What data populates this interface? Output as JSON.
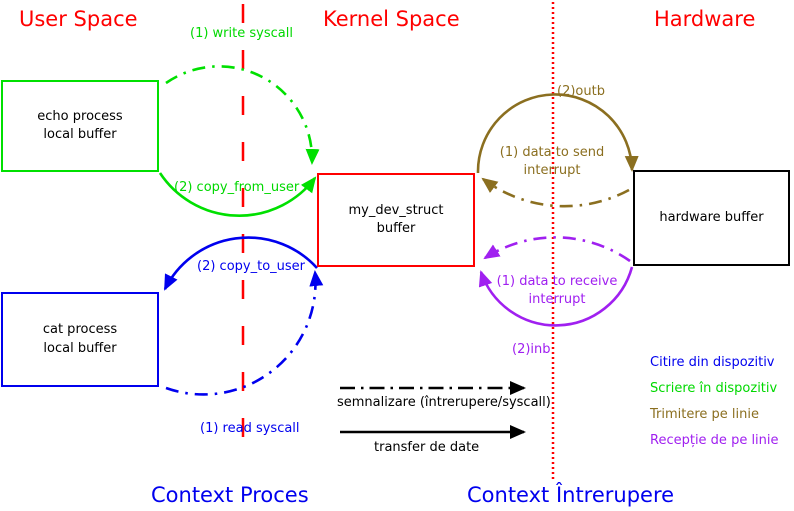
{
  "headers": {
    "user_space": "User Space",
    "kernel_space": "Kernel Space",
    "hardware": "Hardware"
  },
  "footers": {
    "context_proces": "Context Proces",
    "context_intrerupere": "Context Întrerupere"
  },
  "nodes": {
    "echo_process": {
      "line1": "echo process",
      "line2": "local buffer"
    },
    "cat_process": {
      "line1": "cat process",
      "line2": "local buffer"
    },
    "my_dev_struct": {
      "line1": "my_dev_struct",
      "line2": "buffer"
    },
    "hardware_buffer": {
      "label": "hardware buffer"
    }
  },
  "edge_labels": {
    "write_syscall": "(1) write syscall",
    "copy_from_user": "(2) copy_from_user",
    "copy_to_user": "(2) copy_to_user",
    "read_syscall": "(1) read syscall",
    "outb": "(2)outb",
    "data_to_send_line1": "(1) data to send",
    "data_to_send_line2": "interrupt",
    "data_to_receive_line1": "(1) data to receive",
    "data_to_receive_line2": "interrupt",
    "inb": "(2)inb"
  },
  "arrow_legend": {
    "signal": "semnalizare (întrerupere/syscall)",
    "transfer": "transfer de date"
  },
  "legend": {
    "items": [
      {
        "label": "Citire din dispozitiv",
        "color": "#0000ee"
      },
      {
        "label": "Scriere în dispozitiv",
        "color": "#00d800"
      },
      {
        "label": "Trimitere pe linie",
        "color": "#8b6f20"
      },
      {
        "label": "Recepție de pe linie",
        "color": "#a020f0"
      }
    ]
  },
  "colors": {
    "red": "#ff0000",
    "green": "#00e000",
    "blue": "#0000ee",
    "olive": "#8b6f20",
    "purple": "#a020f0",
    "black": "#000000"
  }
}
